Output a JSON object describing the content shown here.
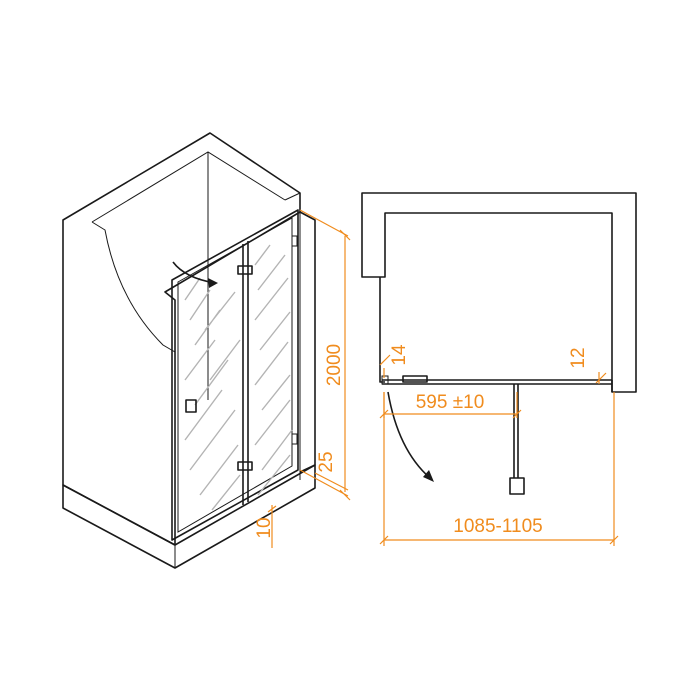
{
  "dimensions": {
    "height": "2000",
    "bottom_gap": "25",
    "threshold": "10",
    "left_offset": "14",
    "right_offset": "12",
    "door_width": "595 ±10",
    "total_width": "1085-1105"
  },
  "colors": {
    "line": "#1a1a1a",
    "dimension": "#f08c1e",
    "glass_pattern": "#b4b4b4"
  }
}
